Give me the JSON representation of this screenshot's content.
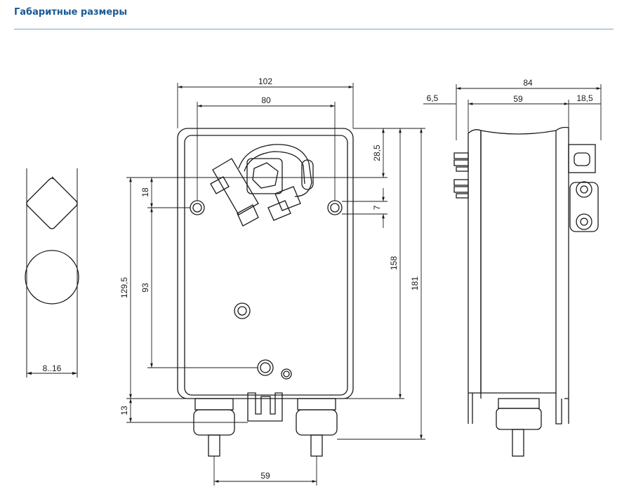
{
  "header": {
    "title": "Габаритные размеры",
    "accent_color": "#1a5a94"
  },
  "dimensions": {
    "front_width": "102",
    "front_hole_spacing": "80",
    "front_top_offset": "28,5",
    "front_hole_to_axis": "18",
    "front_hole_offset_small": "7",
    "front_hole_vertical": "93",
    "front_total_to_axis": "129,5",
    "front_body_height": "158",
    "front_total_height": "181",
    "front_bottom_offset": "13",
    "front_gland_spacing": "59",
    "shaft_range": "8..16",
    "side_total_width": "84",
    "side_left_offset": "6,5",
    "side_body_depth": "59",
    "side_right_offset": "18,5"
  }
}
